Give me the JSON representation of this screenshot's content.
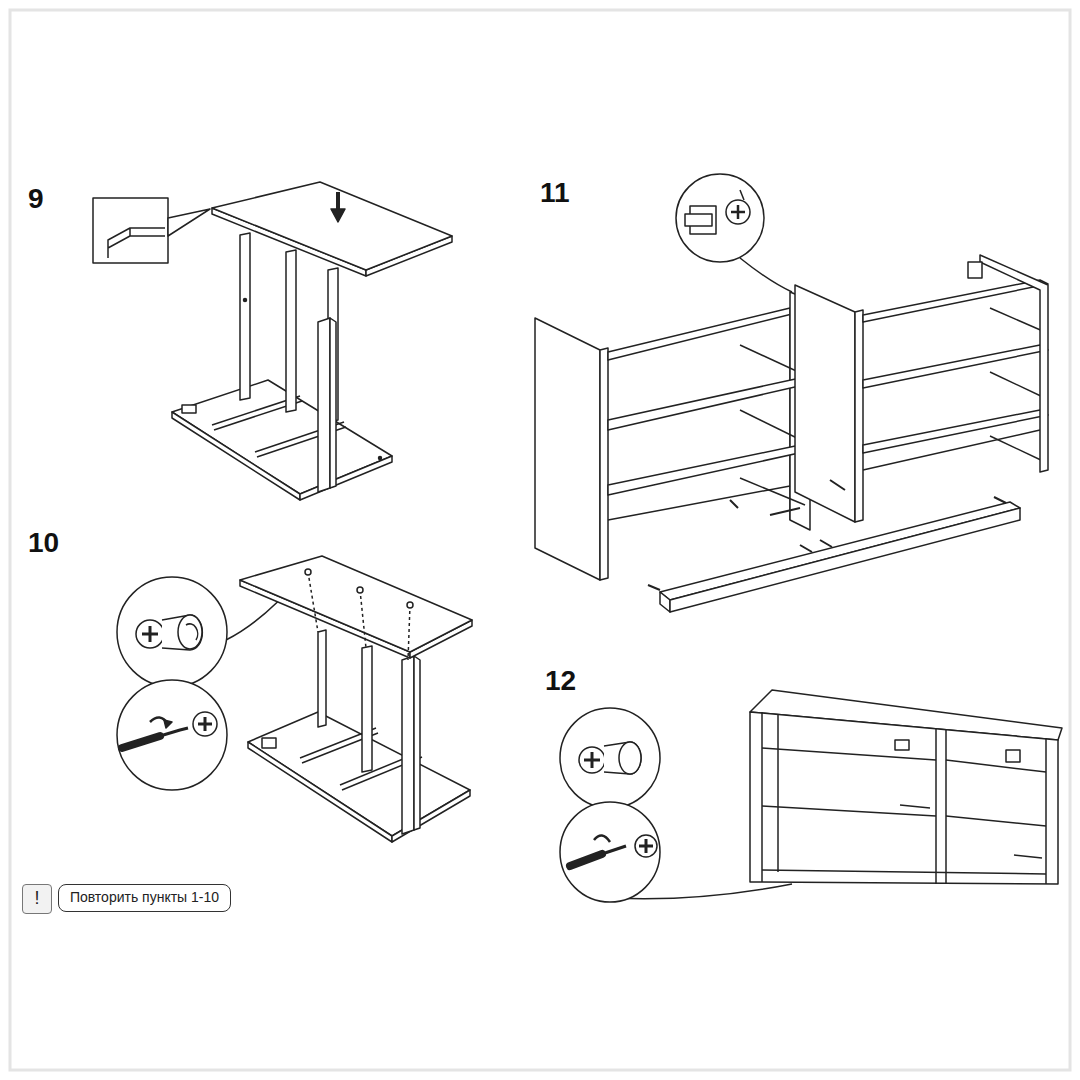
{
  "diagram": {
    "nodes": [
      {
        "text": [
          "!"
        ]
      },
      {
        "text": [
          "Повторить пункты 1-10"
        ]
      }
    ],
    "labels": [
      "9",
      "10",
      "11",
      "12"
    ]
  }
}
